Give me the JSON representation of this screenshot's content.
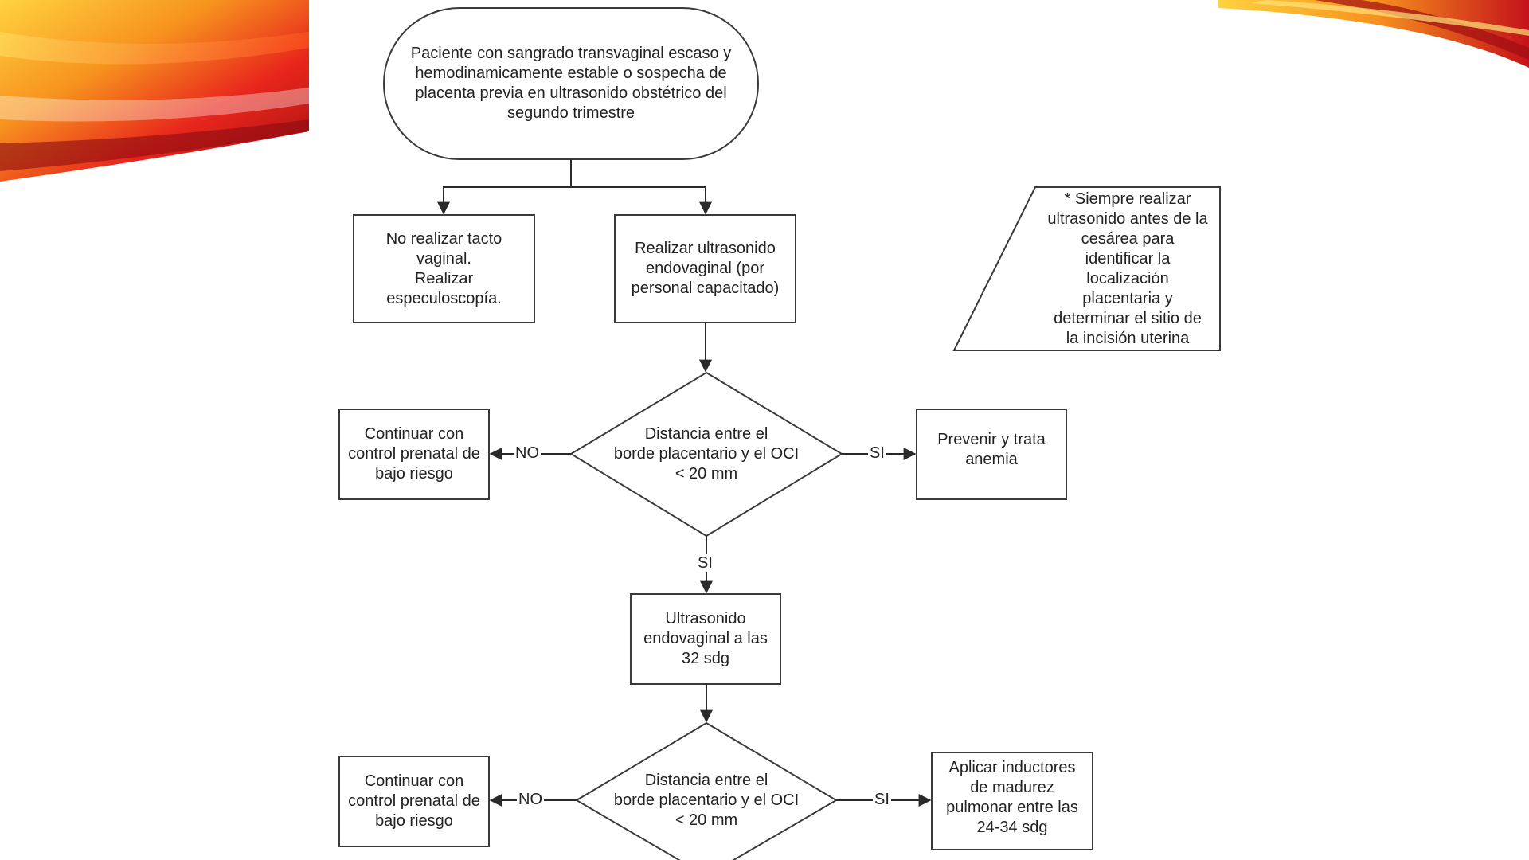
{
  "nodes": {
    "start": "Paciente con sangrado transvaginal escaso y\nhemodinamicamente estable o sospecha de\nplacenta previa en ultrasonido obstétrico del\nsegundo trimestre",
    "no_tacto": "No realizar tacto\nvaginal.\nRealizar\nespeculoscopía.",
    "usg_endovaginal": "Realizar ultrasonido\nendovaginal (por\npersonal capacitado)",
    "note": "* Siempre realizar\nultrasonido antes de la\ncesárea para\nidentificar la\nlocalización\nplacentaria y\ndeterminar el sitio de\nla incisión uterina",
    "decision_1": "Distancia entre el\nborde placentario y el OCI\n< 20 mm",
    "continuar_1": "Continuar con\ncontrol prenatal de\nbajo riesgo",
    "prevenir": "Prevenir y trata\nanemia",
    "usg_32": "Ultrasonido\nendovaginal a las\n32 sdg",
    "decision_2": "Distancia entre el\nborde placentario y el OCI\n< 20 mm",
    "continuar_2": "Continuar con\ncontrol prenatal de\nbajo riesgo",
    "inductores": "Aplicar inductores\nde madurez\npulmonar entre las\n24-34 sdg"
  },
  "labels": {
    "no": "NO",
    "si": "SI"
  },
  "colors": {
    "stroke": "#3a3a3a",
    "text": "#222222",
    "accent_red": "#d9141c",
    "accent_orange": "#f37021",
    "accent_yellow": "#fbc02d"
  }
}
